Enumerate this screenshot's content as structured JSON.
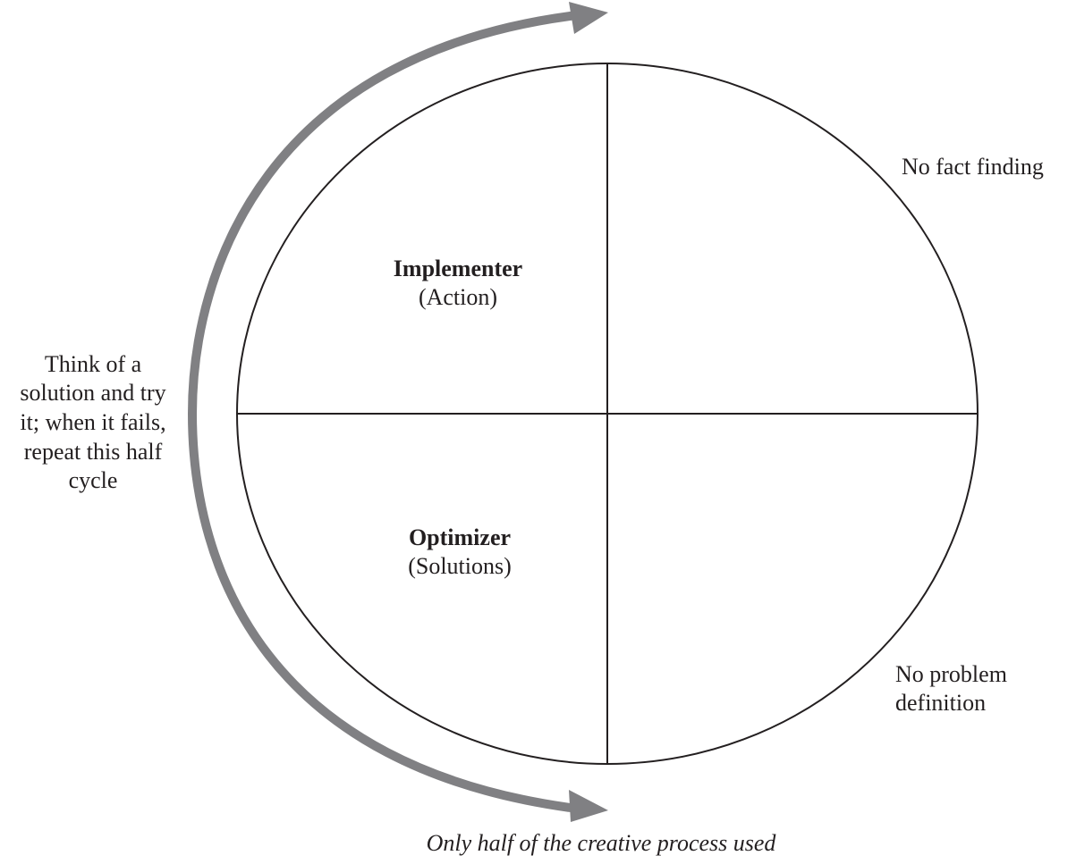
{
  "quadrants": {
    "top_left": {
      "title": "Implementer",
      "subtitle": "(Action)"
    },
    "bottom_left": {
      "title": "Optimizer",
      "subtitle": "(Solutions)"
    }
  },
  "side_labels": {
    "top_right": "No fact finding",
    "bottom_right": [
      "No problem",
      "definition"
    ],
    "left": [
      "Think of a",
      "solution and try",
      "it; when it fails,",
      "repeat this half",
      "cycle"
    ]
  },
  "caption": "Only half of the creative process used",
  "colors": {
    "arrow": "#808083",
    "lines": "#231f20"
  }
}
